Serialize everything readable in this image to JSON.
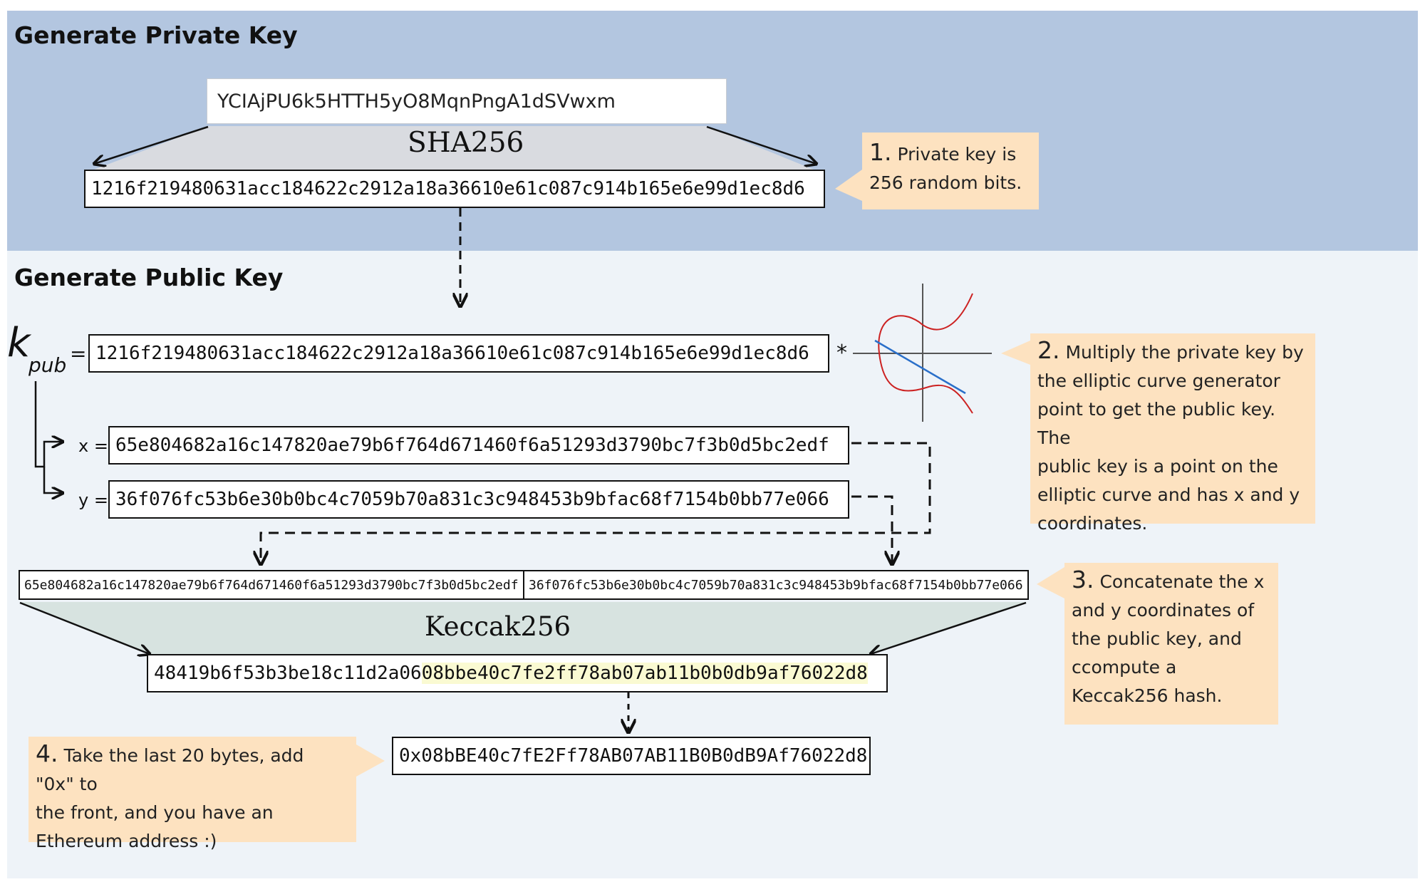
{
  "private_section": {
    "title": "Generate Private Key",
    "seed_input_value": "YCIAjPU6k5HTTH5yO8MqnPngA1dSVwxm",
    "hash_name": "SHA256",
    "private_key": "1216f219480631acc184622c2912a18a36610e61c087c914b165e6e99d1ec8d6",
    "callout": {
      "number": "1.",
      "text_line1": "Private key is",
      "text_line2": "256 random bits."
    }
  },
  "public_section": {
    "title": "Generate Public Key",
    "kpub_symbol": "k",
    "kpub_subscript": "pub",
    "equals": "=",
    "private_key_copy": "1216f219480631acc184622c2912a18a36610e61c087c914b165e6e99d1ec8d6",
    "multiply_symbol": "*",
    "x_label": "x =",
    "y_label": "y =",
    "x_coordinate": "65e804682a16c147820ae79b6f764d671460f6a51293d3790bc7f3b0d5bc2edf",
    "y_coordinate": "36f076fc53b6e30b0bc4c7059b70a831c3c948453b9bfac68f7154b0bb77e066",
    "callout": {
      "number": "2.",
      "lines": [
        "Multiply the private key by",
        "the elliptic curve generator",
        "point to get the public key. The",
        "public key is a point on the",
        "elliptic curve and has x and y",
        "coordinates."
      ]
    }
  },
  "keccak_section": {
    "concat_x": "65e804682a16c147820ae79b6f764d671460f6a51293d3790bc7f3b0d5bc2edf",
    "concat_y": "36f076fc53b6e30b0bc4c7059b70a831c3c948453b9bfac68f7154b0bb77e066",
    "hash_name": "Keccak256",
    "hash_prefix": "48419b6f53b3be18c11d2a06",
    "hash_last20": "08bbe40c7fe2ff78ab07ab11b0b0db9af76022d8",
    "highlight_color": "#fafad2",
    "callout": {
      "number": "3.",
      "lines": [
        "Concatenate the x",
        "and y coordinates of",
        "the public key, and",
        "ccompute a",
        "Keccak256 hash."
      ]
    }
  },
  "address_section": {
    "address": "0x08bBE40c7fE2Ff78AB07AB11B0B0dB9Af76022d8",
    "callout": {
      "number": "4.",
      "lines": [
        "Take the last 20 bytes, add \"0x\" to",
        "the front, and you have an",
        "Ethereum address :)"
      ]
    }
  },
  "colors": {
    "private_panel": "#b3c6e0",
    "public_panel": "#eef3f8",
    "callout": "#fde2c0",
    "sha_funnel": "#d9dbe0",
    "keccak_funnel": "#d7e3e0",
    "curve": "#cc2222",
    "tangent_line": "#2a6fc9"
  }
}
